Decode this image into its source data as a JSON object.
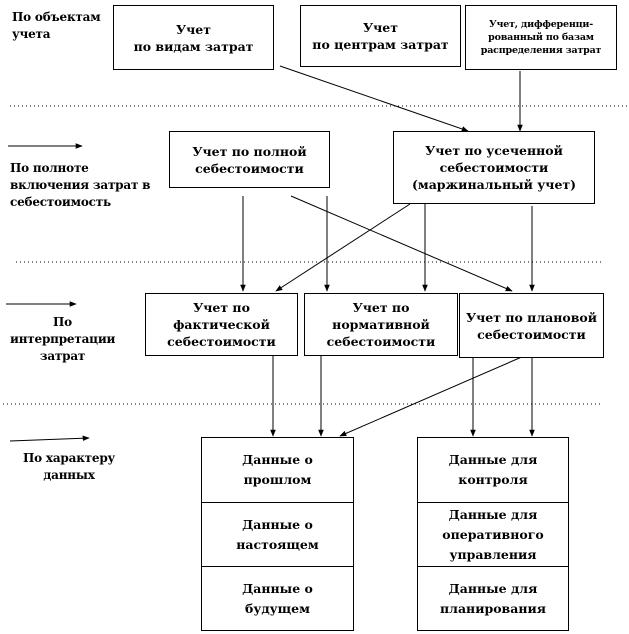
{
  "labels": {
    "objects": "По объектам\nучета",
    "completeness": "По полноте\nвключения затрат в\nсебестоимость",
    "interpretation": "По\nинтерпретации\nзатрат",
    "character": "По характеру\nданных"
  },
  "boxes": {
    "by_cost_types": "Учет\nпо видам затрат",
    "by_cost_centers": "Учет\nпо центрам затрат",
    "differentiated": "Учет, дифференци-\nрованный по базам\nраспределения затрат",
    "full_cost": "Учет по полной\nсебестоимости",
    "marginal": "Учет по усеченной\nсебестоимости\n(маржинальный учет)",
    "actual_cost": "Учет по\nфактической\nсебестоимости",
    "normative_cost": "Учет по\nнормативной\nсебестоимости",
    "planned_cost": "Учет по плановой\nсебестоимости"
  },
  "data_groups": {
    "left": [
      "Данные о\nпрошлом",
      "Данные о\nнастоящем",
      "Данные о\nбудущем"
    ],
    "right": [
      "Данные для\nконтроля",
      "Данные для\nоперативного\nуправления",
      "Данные для\nпланирования"
    ]
  }
}
